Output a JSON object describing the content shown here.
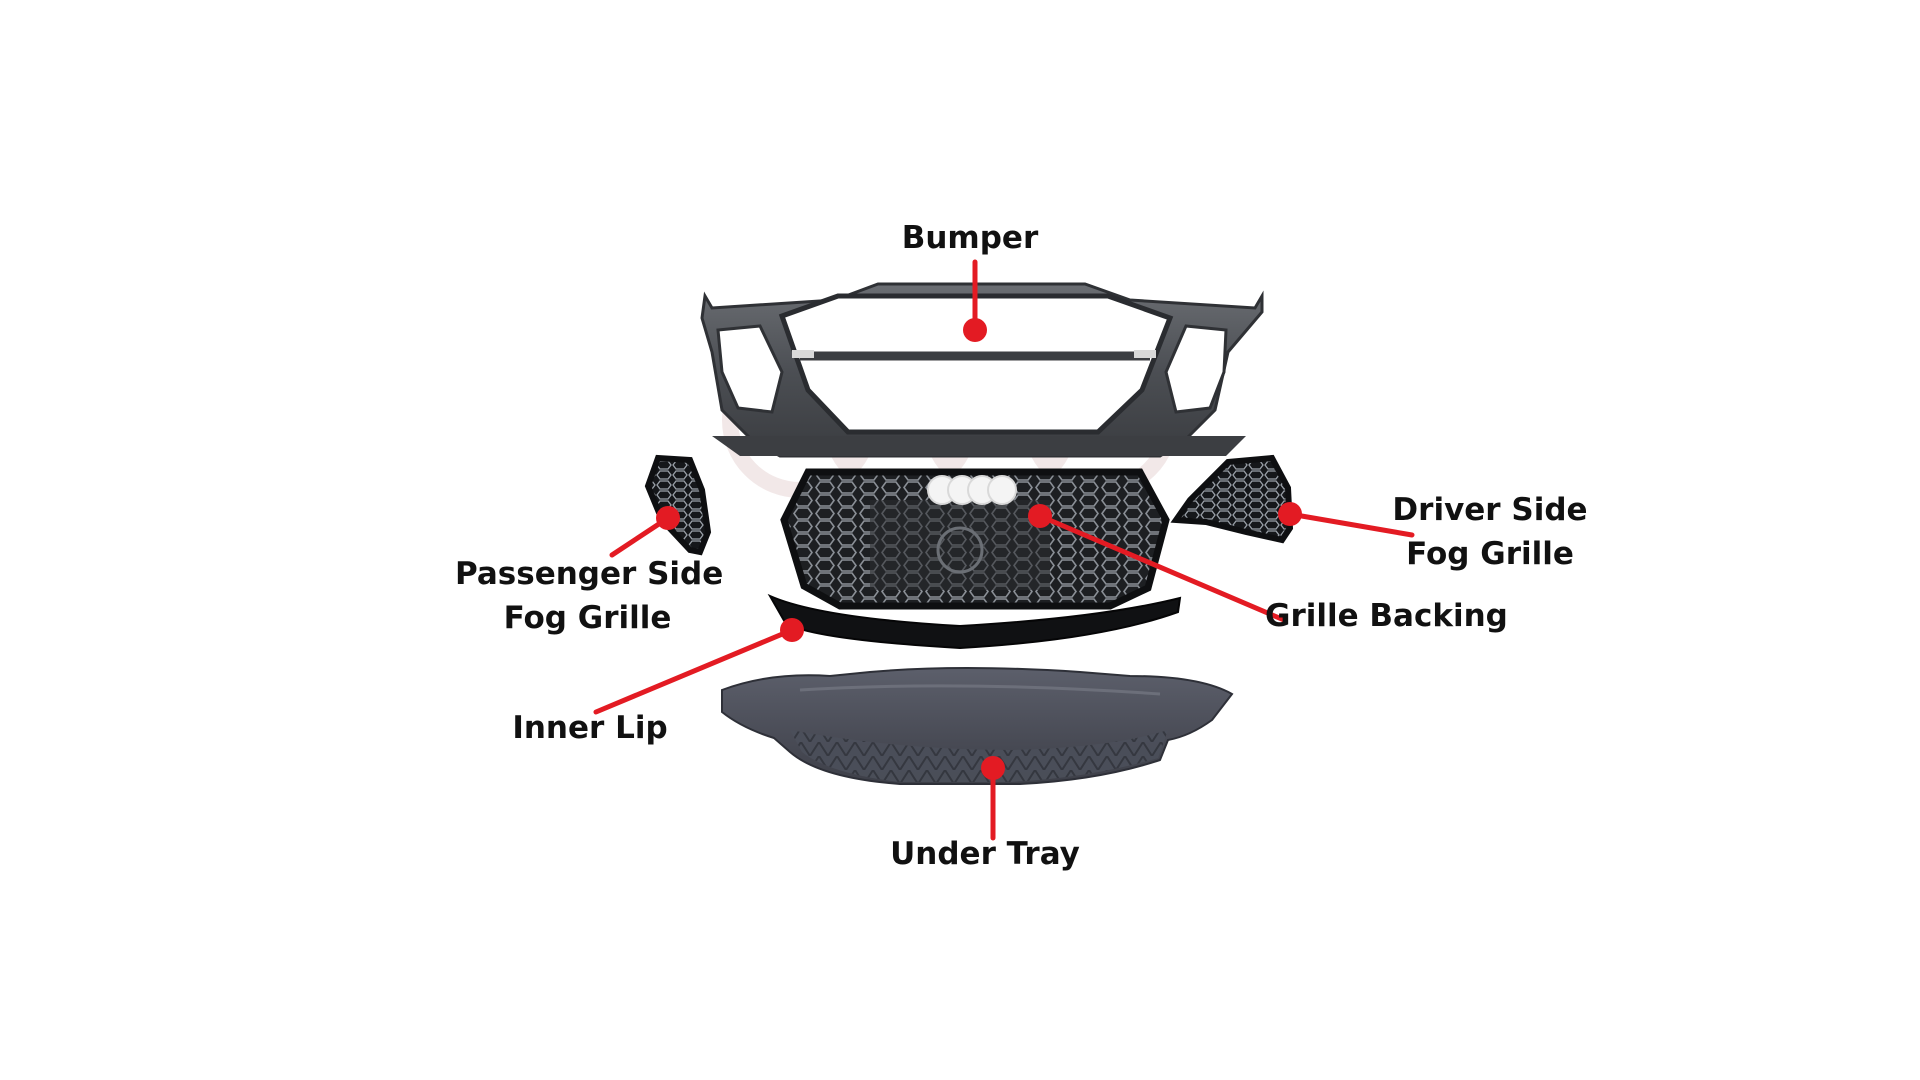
{
  "colors": {
    "background": "#ffffff",
    "callout_red": "#e31b23",
    "label_text": "#111111",
    "part_body": "#4a4d52",
    "part_dark": "#1d1f22",
    "watermark": "#e8d6d6"
  },
  "labels": {
    "bumper": "Bumper",
    "driver_side_line1": "Driver Side",
    "driver_side_line2": "Fog Grille",
    "passenger_side_line1": "Passenger Side",
    "passenger_side_line2": "Fog Grille",
    "grille_backing": "Grille Backing",
    "inner_lip": "Inner Lip",
    "under_tray": "Under Tray"
  },
  "parts": [
    {
      "id": "bumper",
      "icon": "bumper-shape"
    },
    {
      "id": "passenger-fog-grille",
      "icon": "honeycomb-grille-shape"
    },
    {
      "id": "driver-fog-grille",
      "icon": "honeycomb-grille-shape"
    },
    {
      "id": "grille-backing",
      "icon": "honeycomb-grille-shape"
    },
    {
      "id": "inner-lip",
      "icon": "lip-strip-shape"
    },
    {
      "id": "under-tray",
      "icon": "under-tray-shape"
    }
  ],
  "emblem": {
    "icon": "four-rings-emblem",
    "ring_count": 4
  }
}
